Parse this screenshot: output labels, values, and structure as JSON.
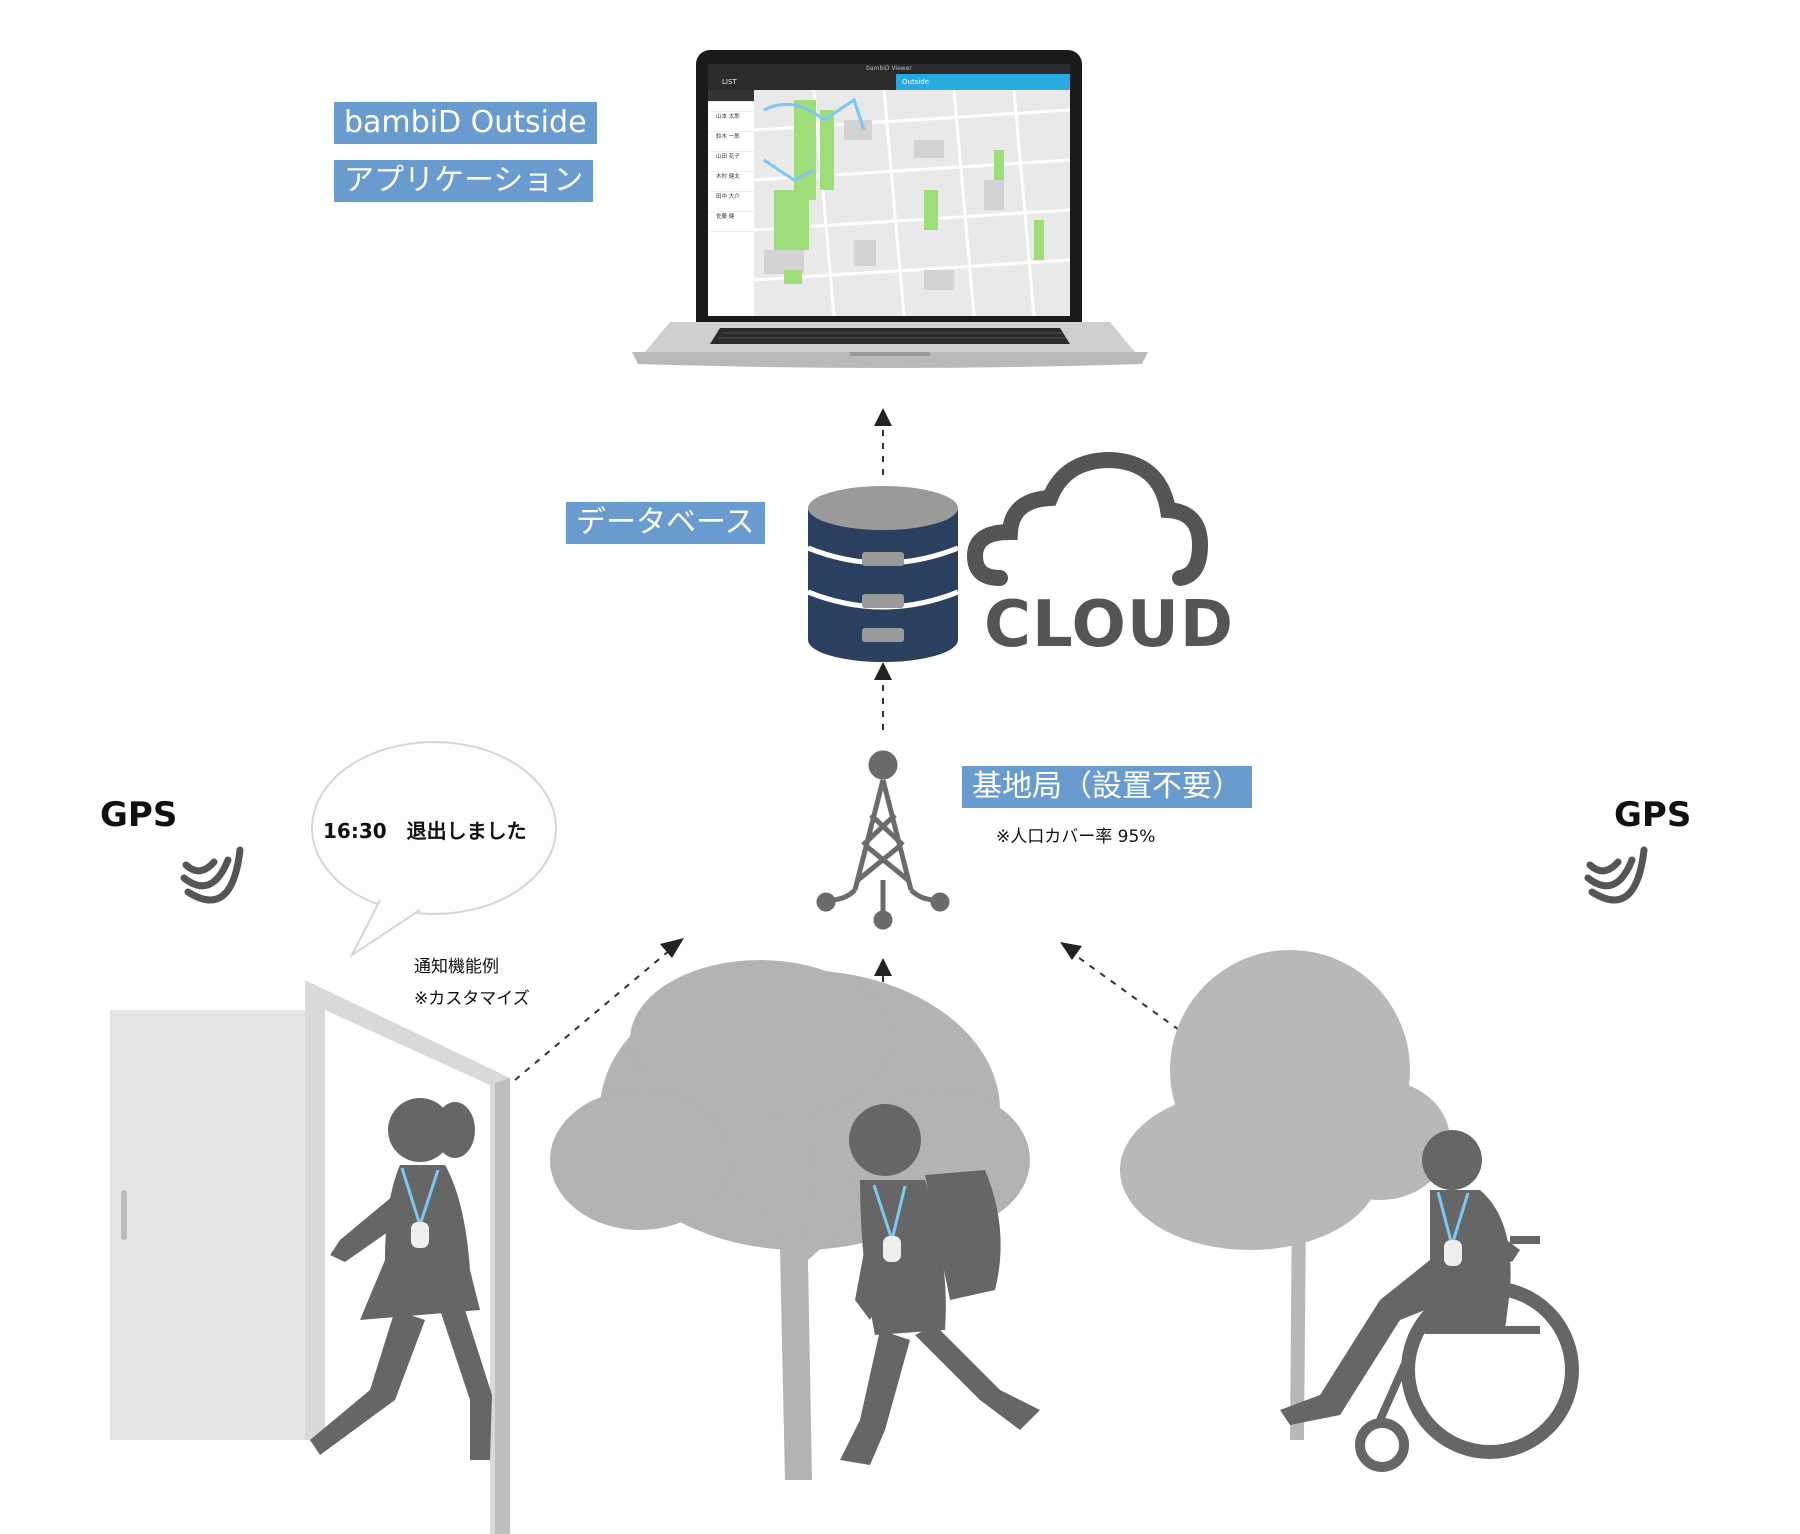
{
  "labels": {
    "app_line1": "bambiD Outside",
    "app_line2": "アプリケーション",
    "database": "データベース",
    "cloud": "CLOUD",
    "base_station": "基地局（設置不要）",
    "coverage_note": "※人口カバー率 95%",
    "gps_left": "GPS",
    "gps_right": "GPS",
    "notification": "16:30　退出しました",
    "notify_example": "通知機能例",
    "customize_note": "※カスタマイズ"
  },
  "laptop": {
    "window_title": "bambiD Viewer",
    "tab_list": "LIST",
    "tab_outside": "Outside",
    "list_items": [
      "山本 太郎",
      "鈴木 一郎",
      "山田 花子",
      "木村 健太",
      "田中 大介",
      "佐藤 健"
    ]
  },
  "colors": {
    "tag_blue": "#6a9bcf",
    "db_navy": "#2b3f5e",
    "db_top": "#9a9a9a",
    "silhouette": "#666666",
    "tree": "#b3b3b3",
    "accent_cyan": "#2aa8e0",
    "map_green": "#9fdc7a"
  },
  "icons": [
    "laptop-icon",
    "database-icon",
    "cloud-icon",
    "tower-icon",
    "signal-icon",
    "speech-bubble-icon",
    "door-icon",
    "tree-icon",
    "person-icon",
    "wheelchair-icon"
  ]
}
